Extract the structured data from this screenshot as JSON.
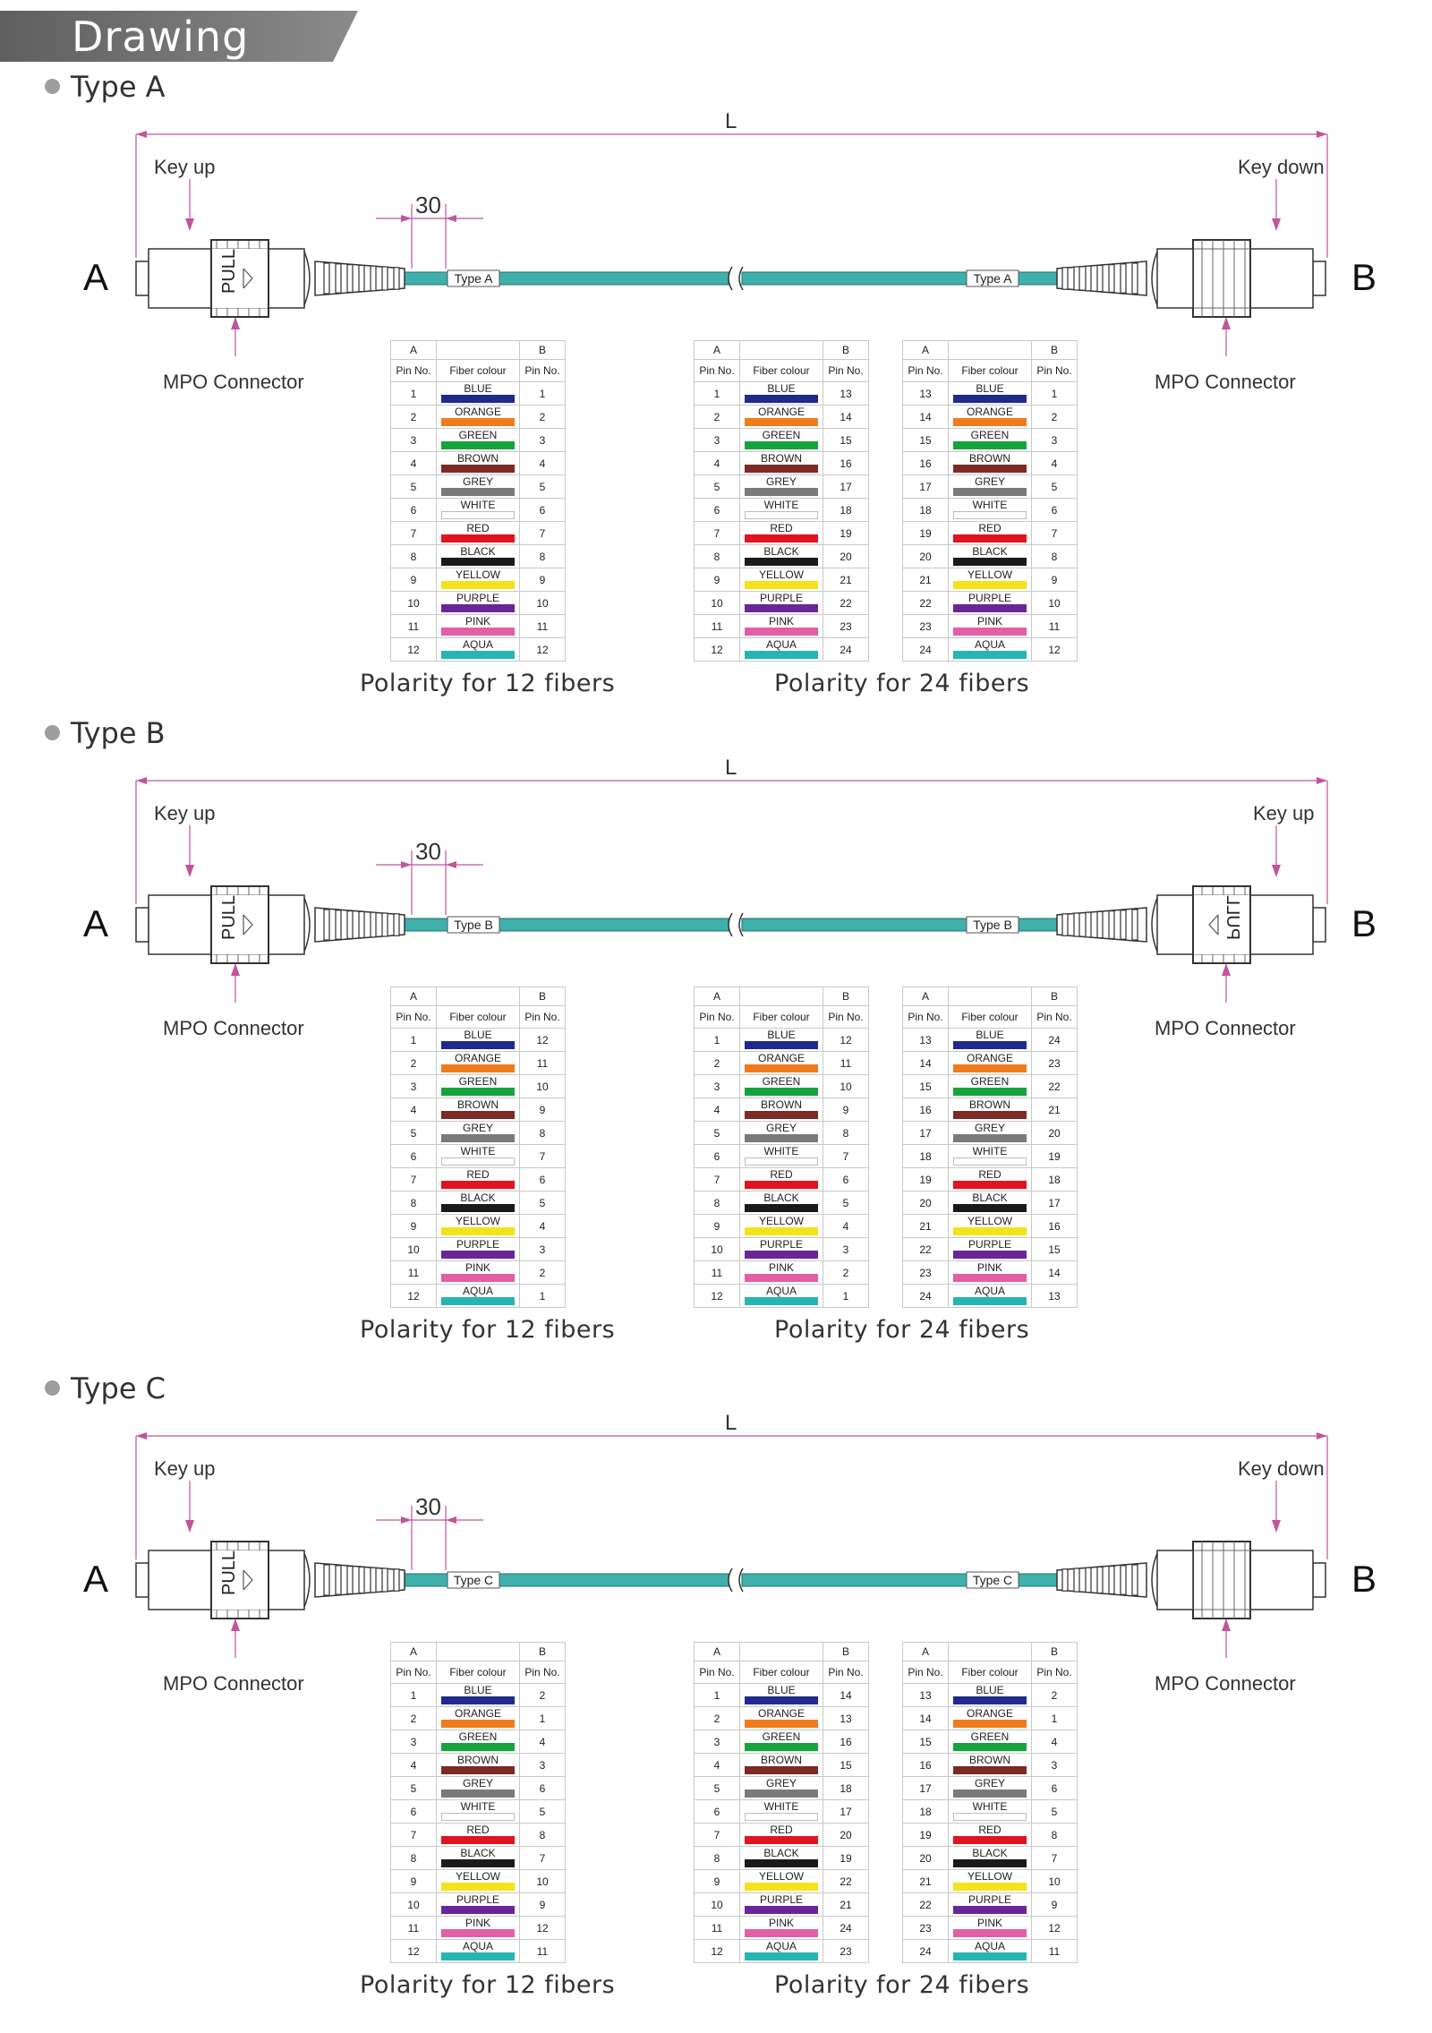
{
  "header": {
    "title": "Drawing"
  },
  "colors": {
    "cable": "#3fb0ab",
    "dimension_line": "#c2549a"
  },
  "fibers": [
    {
      "name": "BLUE",
      "hex": "#1f2a8c"
    },
    {
      "name": "ORANGE",
      "hex": "#f07b1d"
    },
    {
      "name": "GREEN",
      "hex": "#15a43c"
    },
    {
      "name": "BROWN",
      "hex": "#7b2a24"
    },
    {
      "name": "GREY",
      "hex": "#7a7a7a"
    },
    {
      "name": "WHITE",
      "hex": "#ffffff"
    },
    {
      "name": "RED",
      "hex": "#e0141e"
    },
    {
      "name": "BLACK",
      "hex": "#1a1a1a"
    },
    {
      "name": "YELLOW",
      "hex": "#f5e21a"
    },
    {
      "name": "PURPLE",
      "hex": "#6a2696"
    },
    {
      "name": "PINK",
      "hex": "#e25ea6"
    },
    {
      "name": "AQUA",
      "hex": "#27b5b3"
    }
  ],
  "labels": {
    "length": "L",
    "dimension": "30",
    "end_a": "A",
    "end_b": "B",
    "connector": "MPO Connector",
    "pull": "PULL",
    "col_a": "A",
    "col_b": "B",
    "pin_no": "Pin No.",
    "fiber_colour": "Fiber colour",
    "caption_12": "Polarity for 12 fibers",
    "caption_24": "Polarity for 24 fibers"
  },
  "sections": [
    {
      "name": "Type A",
      "cable_label": "Type A",
      "key_left": "Key up",
      "key_right": "Key down",
      "tables": [
        {
          "a": [
            1,
            2,
            3,
            4,
            5,
            6,
            7,
            8,
            9,
            10,
            11,
            12
          ],
          "b": [
            1,
            2,
            3,
            4,
            5,
            6,
            7,
            8,
            9,
            10,
            11,
            12
          ]
        },
        {
          "a": [
            1,
            2,
            3,
            4,
            5,
            6,
            7,
            8,
            9,
            10,
            11,
            12
          ],
          "b": [
            13,
            14,
            15,
            16,
            17,
            18,
            19,
            20,
            21,
            22,
            23,
            24
          ]
        },
        {
          "a": [
            13,
            14,
            15,
            16,
            17,
            18,
            19,
            20,
            21,
            22,
            23,
            24
          ],
          "b": [
            1,
            2,
            3,
            4,
            5,
            6,
            7,
            8,
            9,
            10,
            11,
            12
          ]
        }
      ]
    },
    {
      "name": "Type B",
      "cable_label": "Type B",
      "key_left": "Key up",
      "key_right": "Key up",
      "tables": [
        {
          "a": [
            1,
            2,
            3,
            4,
            5,
            6,
            7,
            8,
            9,
            10,
            11,
            12
          ],
          "b": [
            12,
            11,
            10,
            9,
            8,
            7,
            6,
            5,
            4,
            3,
            2,
            1
          ]
        },
        {
          "a": [
            1,
            2,
            3,
            4,
            5,
            6,
            7,
            8,
            9,
            10,
            11,
            12
          ],
          "b": [
            12,
            11,
            10,
            9,
            8,
            7,
            6,
            5,
            4,
            3,
            2,
            1
          ]
        },
        {
          "a": [
            13,
            14,
            15,
            16,
            17,
            18,
            19,
            20,
            21,
            22,
            23,
            24
          ],
          "b": [
            24,
            23,
            22,
            21,
            20,
            19,
            18,
            17,
            16,
            15,
            14,
            13
          ]
        }
      ]
    },
    {
      "name": "Type C",
      "cable_label": "Type C",
      "key_left": "Key up",
      "key_right": "Key down",
      "tables": [
        {
          "a": [
            1,
            2,
            3,
            4,
            5,
            6,
            7,
            8,
            9,
            10,
            11,
            12
          ],
          "b": [
            2,
            1,
            4,
            3,
            6,
            5,
            8,
            7,
            10,
            9,
            12,
            11
          ]
        },
        {
          "a": [
            1,
            2,
            3,
            4,
            5,
            6,
            7,
            8,
            9,
            10,
            11,
            12
          ],
          "b": [
            14,
            13,
            16,
            15,
            18,
            17,
            20,
            19,
            22,
            21,
            24,
            23
          ]
        },
        {
          "a": [
            13,
            14,
            15,
            16,
            17,
            18,
            19,
            20,
            21,
            22,
            23,
            24
          ],
          "b": [
            2,
            1,
            4,
            3,
            6,
            5,
            8,
            7,
            10,
            9,
            12,
            11
          ]
        }
      ]
    }
  ]
}
